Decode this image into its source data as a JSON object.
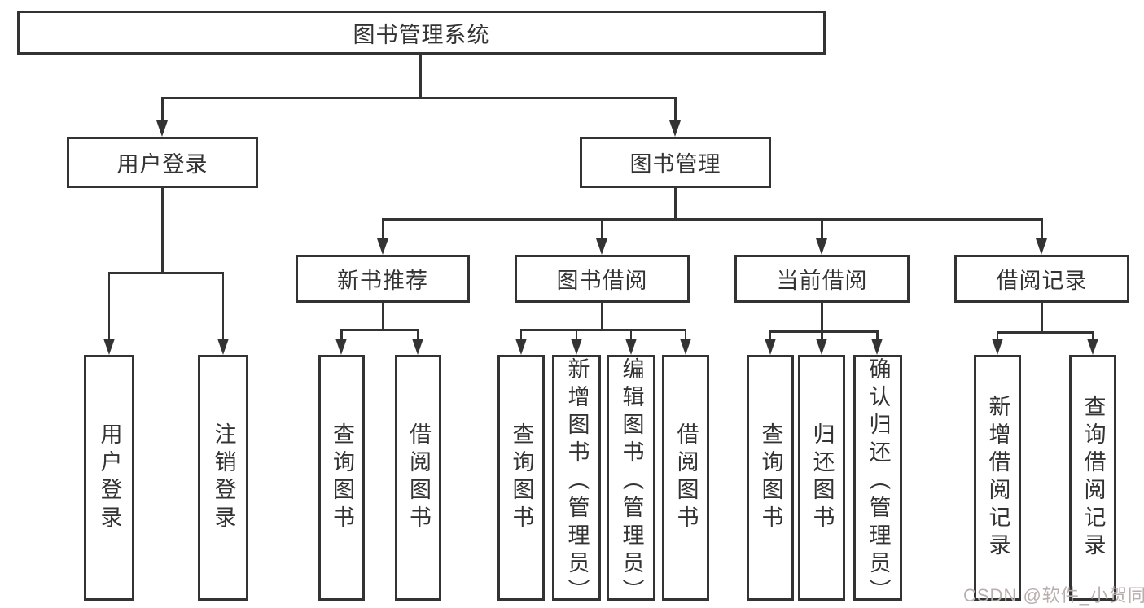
{
  "tree": {
    "label": "图书管理系统",
    "children": [
      {
        "label": "用户登录",
        "children": [
          {
            "label": "用户登录"
          },
          {
            "label": "注销登录"
          }
        ]
      },
      {
        "label": "图书管理",
        "children": [
          {
            "label": "新书推荐",
            "children": [
              {
                "label": "查询图书"
              },
              {
                "label": "借阅图书"
              }
            ]
          },
          {
            "label": "图书借阅",
            "children": [
              {
                "label": "查询图书"
              },
              {
                "label": "新增图书（管理员）"
              },
              {
                "label": "编辑图书（管理员）"
              },
              {
                "label": "借阅图书"
              }
            ]
          },
          {
            "label": "当前借阅",
            "children": [
              {
                "label": "查询图书"
              },
              {
                "label": "归还图书"
              },
              {
                "label": "确认归还（管理员）"
              }
            ]
          },
          {
            "label": "借阅记录",
            "children": [
              {
                "label": "新增借阅记录"
              },
              {
                "label": "查询借阅记录"
              }
            ]
          }
        ]
      }
    ]
  },
  "watermark": {
    "text": "CSDN @软件_小贺同学"
  },
  "colors": {
    "line": "#333333",
    "text": "#333333",
    "background": "#ffffff",
    "watermark": "#b9aeae"
  }
}
